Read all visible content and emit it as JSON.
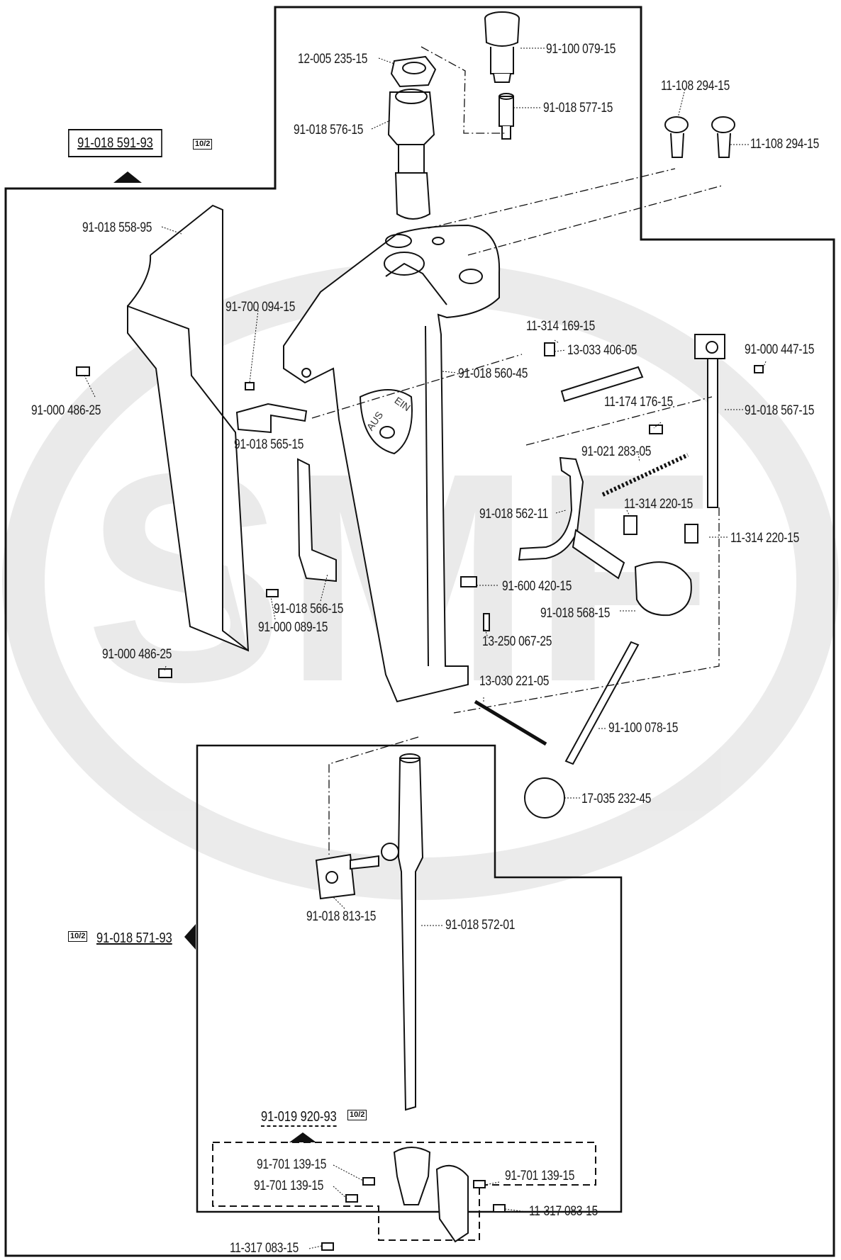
{
  "groups": {
    "top": {
      "code": "91-018 591-93",
      "ref": "10/2"
    },
    "middle": {
      "code": "91-018 571-93",
      "ref": "10/2"
    },
    "bottom": {
      "code": "91-019 920-93",
      "ref": "10/2"
    }
  },
  "switch": {
    "aus": "AUS",
    "ein": "EIN"
  },
  "parts": [
    "12-005 235-15",
    "91-100 079-15",
    "91-018 577-15",
    "91-018 576-15",
    "11-108 294-15",
    "11-108 294-15",
    "91-018 558-95",
    "91-700 094-15",
    "91-018 560-45",
    "11-314 169-15",
    "13-033 406-05",
    "91-000 447-15",
    "91-000 486-25",
    "91-018 565-15",
    "11-174 176-15",
    "91-018 567-15",
    "91-021 283-05",
    "91-018 562-11",
    "11-314 220-15",
    "11-314 220-15",
    "91-600 420-15",
    "91-018 566-15",
    "91-000 089-15",
    "91-018 568-15",
    "13-250 067-25",
    "91-000 486-25",
    "13-030 221-05",
    "91-100 078-15",
    "17-035 232-45",
    "91-018 813-15",
    "91-018 572-01",
    "91-701 139-15",
    "91-701 139-15",
    "91-701 139-15",
    "11-317 083-15",
    "11-317 083-15"
  ]
}
